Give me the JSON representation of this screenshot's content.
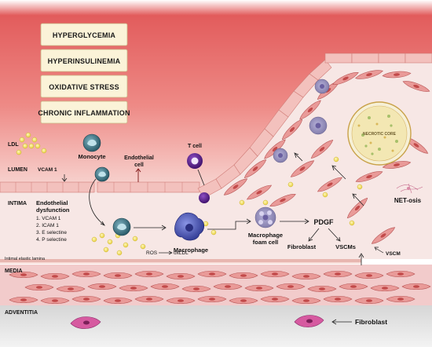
{
  "risk_factors": [
    "HYPERGLYCEMIA",
    "HYPERINSULINEMIA",
    "OXIDATIVE STRESS",
    "CHRONIC INFLAMMATION"
  ],
  "labels": {
    "ldl": "LDL",
    "lumen": "LUMEN",
    "vcam": "VCAM 1",
    "monocyte": "Monocyte",
    "endothelial_cell_line1": "Endothelial",
    "endothelial_cell_line2": "cell",
    "t_cell": "T cell",
    "intima": "INTIMA",
    "endo_dys_line1": "Endothelial",
    "endo_dys_line2": "dysfunction",
    "dys_items": [
      "1. VCAM 1",
      "2. ICAM 1",
      "3. E selectine",
      "4. P selectine"
    ],
    "ros": "ROS",
    "oxldl": "oxLDL",
    "macrophage": "Macrophage",
    "foam_line1": "Macrophage",
    "foam_line2": "foam cell",
    "pdgf": "PDGF",
    "fibroblast": "Fibroblast",
    "vscms": "VSCMs",
    "vscm": "VSCM",
    "net_osis": "NET-osis",
    "necrotic_core": "NECROTIC CORE",
    "intimal_lamina": "Intimal elastic lamina",
    "media": "MEDIA",
    "adventitia": "ADVENTITIA",
    "fibroblast_bottom": "Fibroblast"
  },
  "colors": {
    "lumen_top": "#e05a5a",
    "lumen_bottom": "#f7d4d0",
    "intima": "#f6e6e4",
    "media": "#f2c6c6",
    "adventitia": "#e4e4e4",
    "box_fill": "#fbf4dc",
    "box_stroke": "#c9b88a",
    "ldl_yellow": "#f3e16a",
    "monocyte_teal": "#2f6f7d",
    "macrophage_blue": "#3c46a8",
    "tcell_purple": "#4a1a7a",
    "smc_pink": "#e58585"
  }
}
